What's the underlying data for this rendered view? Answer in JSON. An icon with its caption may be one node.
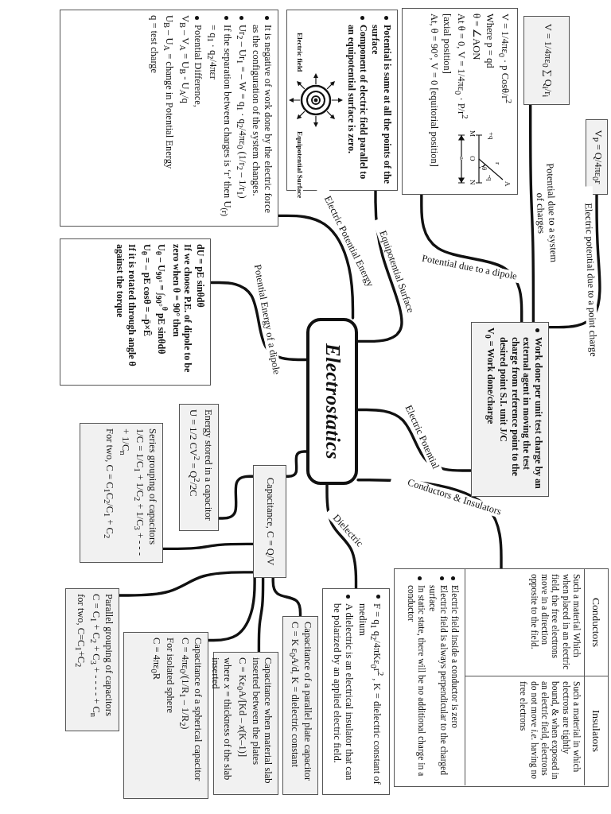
{
  "diagram": {
    "nodes": [
      {
        "text": [
          "Electrostatics"
        ]
      },
      {
        "text": [
          "V$_{P}$ = Q/4πε$_{0}$r"
        ]
      },
      {
        "text": [
          "V = 1/4πε$_{0}$ ∑ Q$_{i}$/r$_{i}$"
        ]
      },
      {
        "text": [
          "V = 1/4πε$_{0}$ · p Cosθ/r$^{2}$",
          "Where p = qd",
          "θ = ∠AON",
          "At θ = 0, V = 1/4πε$_{0}$ · P/r$^{2}$ [axial position]",
          "At, θ = 90°, V = 0 [equitorial position]"
        ]
      },
      {
        "text": [
          "Potential is same at all the points of the surface",
          "Component of electric field parallel to an equipotential surface is zero."
        ]
      },
      {
        "text": [
          "It is negative of work done by the electric force as the configuration of the system changes.",
          "Ur$_{2}$ – Ur$_{1}$ = – W = q$_{1}$ · q$_{2}$/4πε$_{0}$ (1/r$_{2}$ – 1/r$_{1}$)",
          "If the separation between charges is ‘r’ then U$_{(r)}$ = q$_{1}$ · q$_{2}$/4πεr",
          "Potential Difference,",
          "V$_{B}$ – V$_{A}$ = U$_{B}$ - U$_{A}$/q",
          "U$_{B}$ – U$_{A}$ = change in Potential Energy",
          "q = test charge"
        ]
      },
      {
        "text": [
          "dU = pE sinθdθ",
          "If we choose P.E. of dipole to be zero when θ = 90° then",
          "U$_{θ}$ – U$_{90°}$ = ∫$_{90°}$$^{θ}$ pE sinθdθ",
          "U$_{θ}$ = – pE cosθ = –p̄×Ē",
          "If it is rotated through angle θ against the torque"
        ]
      },
      {
        "text": [
          "Work done per unit test charge by an external agent in moving the test charge from reference point to the desired point S.I. unit J/C",
          "V$_{0}$ = Work done/charge"
        ]
      },
      {
        "text": [
          "Conductors",
          "Insulators",
          "Such a material Which when placed in an electric field, the free electrons move in a direction opposite to the field.",
          "Such a material in which electrons are tightly bound, & when exposed in an electric field, electrons do not move *i.e.* having no free electrons",
          "Electric field inside a conductor is zero",
          "Electric field is always perpendicular to the charged surface",
          "In static state, there will be no additional charge in a conductor"
        ]
      },
      {
        "text": [
          "F = q$_{1}$ q$_{2}$/4πKε$_{0}$r$^{2}$ , K = dielectric constant of medium",
          "A dielectric is an electrical insulator that can be polarized by an applied electric field."
        ]
      },
      {
        "text": [
          "Capacitance, C = Q/V"
        ]
      },
      {
        "text": [
          "Energy stored in a capacitor",
          "U = 1/2 CV$^{2}$ = Q$^{2}$/2C"
        ]
      },
      {
        "text": [
          "Series grouping of capacitors",
          "1/C = 1/C$_{1}$ + 1/C$_{2}$ + 1/C$_{3}$ + - - - + 1/C$_{n}$",
          "For two, C = C$_{1}$C$_{2}$/C$_{1}$ + C$_{2}$"
        ]
      },
      {
        "text": [
          "Parallel grouping of capacitors",
          "C = C$_{1}$ + C$_{2}$ + C$_{3}$ + - - - - + C$_{n}$",
          "for two, C=C$_{1}$+C$_{2}$"
        ]
      },
      {
        "text": [
          "Capacitance of a spherical capacitor",
          "C = 4πε$_{0}$/(1/R$_{1}$ – 1/R$_{2}$)",
          "For isolated sphere",
          "C = 4πε$_{0}$R"
        ]
      },
      {
        "text": [
          "Capacitance when material slab inserted between the plates",
          "C = Kε$_{0}$A/[Kd – *x*(K–1)]",
          "where *x* = thickness of the slab inserted"
        ]
      },
      {
        "text": [
          "Capacitance of a parallel plate capacitor",
          "C = K ε$_{0}$A/d,  K = dielectric constant"
        ]
      }
    ],
    "edges": [
      {
        "from": 7,
        "to": 1,
        "arrow": "none",
        "label": "Electric potential due to a point charge"
      },
      {
        "from": 7,
        "to": 2,
        "arrow": "none",
        "label": "Potential due to a system of charges"
      },
      {
        "from": 7,
        "to": 3,
        "arrow": "none",
        "label": "Potential due to a dipole"
      },
      {
        "from": 0,
        "to": 4,
        "arrow": "none",
        "label": "Equipotential Surface"
      },
      {
        "from": 0,
        "to": 5,
        "arrow": "none",
        "label": "Electric Potential Energy"
      },
      {
        "from": 0,
        "to": 6,
        "arrow": "none",
        "label": "Potential Energy of a dipole"
      },
      {
        "from": 0,
        "to": 7,
        "arrow": "none",
        "label": "Electric Potential"
      },
      {
        "from": 0,
        "to": 8,
        "arrow": "none",
        "label": "Conductors & Insulators"
      },
      {
        "from": 0,
        "to": 9,
        "arrow": "none",
        "label": "Dielectric"
      },
      {
        "from": 0,
        "to": 10,
        "arrow": "none"
      },
      {
        "from": 10,
        "to": 11,
        "arrow": "none"
      },
      {
        "from": 10,
        "to": 12,
        "arrow": "none"
      },
      {
        "from": 10,
        "to": 13,
        "arrow": "none"
      },
      {
        "from": 10,
        "to": 14,
        "arrow": "none"
      },
      {
        "from": 10,
        "to": 15,
        "arrow": "none"
      },
      {
        "from": 10,
        "to": 16,
        "arrow": "none"
      }
    ],
    "labels": [
      "+q",
      "r",
      "A",
      "-q",
      "M",
      "O",
      "θ",
      "N",
      "a",
      "Electric field",
      "Equipotential Surface"
    ]
  }
}
